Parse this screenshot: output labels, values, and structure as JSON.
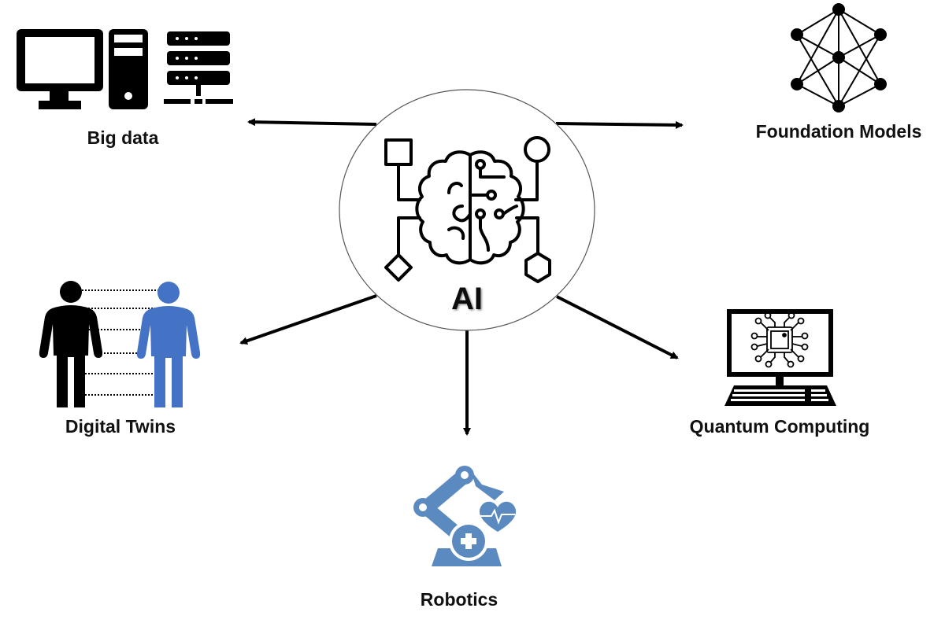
{
  "diagram": {
    "center": {
      "label": "AI",
      "icon": "brain-circuit-icon"
    },
    "nodes": [
      {
        "id": "big-data",
        "label": "Big data",
        "icon": "computer-server-icon"
      },
      {
        "id": "foundation-models",
        "label": "Foundation Models",
        "icon": "neural-network-icon"
      },
      {
        "id": "digital-twins",
        "label": "Digital Twins",
        "icon": "twin-persons-icon"
      },
      {
        "id": "robotics",
        "label": "Robotics",
        "icon": "medical-robot-arm-icon"
      },
      {
        "id": "quantum-computing",
        "label": "Quantum Computing",
        "icon": "chip-computer-icon"
      }
    ],
    "edges": [
      {
        "from": "AI",
        "to": "Big data"
      },
      {
        "from": "AI",
        "to": "Foundation Models"
      },
      {
        "from": "AI",
        "to": "Digital Twins"
      },
      {
        "from": "AI",
        "to": "Robotics"
      },
      {
        "from": "AI",
        "to": "Quantum Computing"
      }
    ],
    "colors": {
      "ink": "#000000",
      "twin_blue": "#4472c4",
      "robot_blue": "#5b8ac0",
      "circle_stroke": "#555555"
    }
  }
}
